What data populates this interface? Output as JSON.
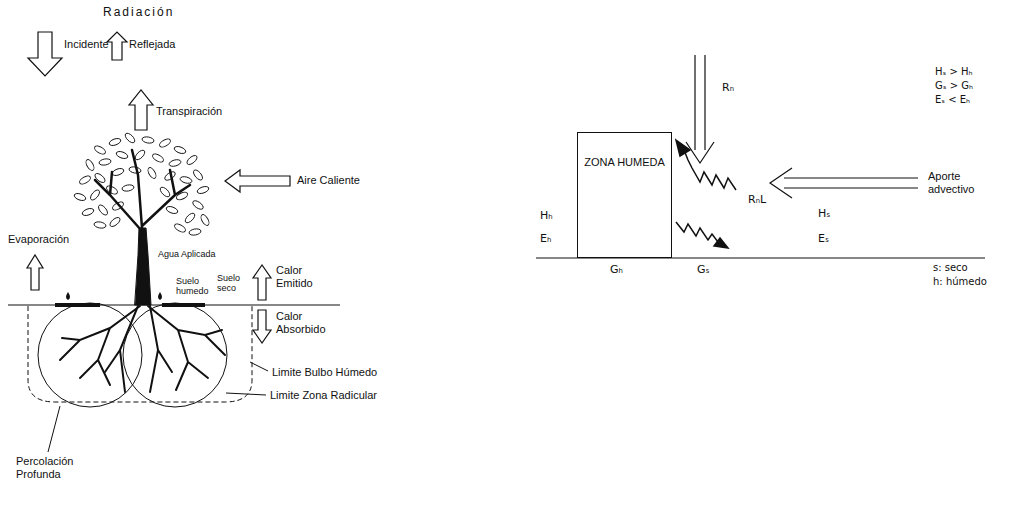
{
  "diagram": {
    "nodes": [
      {
        "text": [
          "ZONA HUMEDA"
        ]
      }
    ],
    "labels": [
      "Radiación",
      "Incidente",
      "Reflejada",
      "Transpiración",
      "Aire Caliente",
      "Evaporación",
      "Agua Aplicada",
      "Suelo humedo",
      "Suelo seco",
      "Calor Emitido",
      "Calor Absorbido",
      "Limite Bulbo Húmedo",
      "Limite Zona Radicular",
      "Percolación Profunda",
      "Rₙ",
      "Hₕ",
      "Eₕ",
      "Gₕ",
      "Gₛ",
      "RₙL",
      "Aporte advectivo",
      "Hₛ",
      "Eₛ",
      "Hₛ > Hₕ",
      "Gₛ > Gₕ",
      "Eₛ < Eₕ",
      "s: seco",
      "h: húmedo"
    ]
  }
}
